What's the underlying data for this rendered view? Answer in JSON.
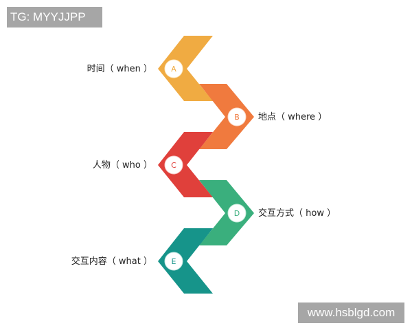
{
  "header_tag": "TG: MYYJJPP",
  "watermark": "www.hsblgd.com",
  "steps": [
    {
      "letter": "A",
      "label": "时间（ when ）",
      "color": "#f0ab42",
      "side": "left"
    },
    {
      "letter": "B",
      "label": "地点（ where ）",
      "color": "#f07a3e",
      "side": "right"
    },
    {
      "letter": "C",
      "label": "人物（ who ）",
      "color": "#e0403b",
      "side": "left"
    },
    {
      "letter": "D",
      "label": "交互方式（ how ）",
      "color": "#3aaf7d",
      "side": "right"
    },
    {
      "letter": "E",
      "label": "交互内容（ what ）",
      "color": "#16948a",
      "side": "left"
    }
  ]
}
